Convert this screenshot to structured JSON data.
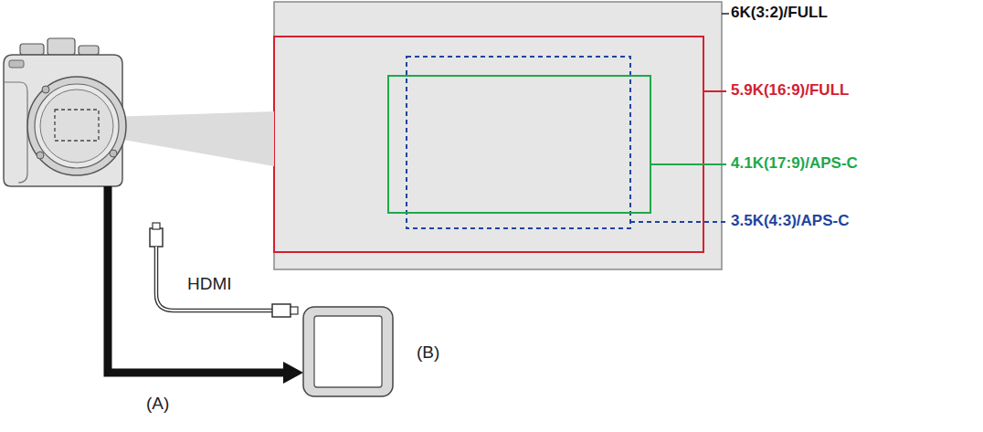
{
  "diagram": {
    "labels": [
      "6K(3:2)/FULL",
      "5.9K(16:9)/FULL",
      "4.1K(17:9)/APS-C",
      "3.5K(4:3)/APS-C",
      "HDMI",
      "(A)",
      "(B)"
    ]
  }
}
